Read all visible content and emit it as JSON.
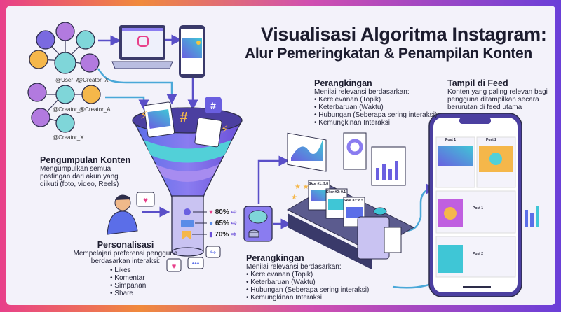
{
  "title": {
    "line1": "Visualisasi Algoritma Instagram:",
    "line2": "Alur Pemeringkatan & Penampilan Konten"
  },
  "network": {
    "handles": [
      "@User_A",
      "@Creator_X",
      "@Creator_X",
      "@Creator_A",
      "@Creator_X"
    ]
  },
  "collection": {
    "heading": "Pengumpulan Konten",
    "text": [
      "Mengumpulkan semua",
      "postingan dari akun yang",
      "diikuti (foto, video, Reels)"
    ]
  },
  "personalization": {
    "heading": "Personalisasi",
    "text": [
      "Mempelajari preferensi pengguna",
      "berdasarkan interaksi:"
    ],
    "items": [
      "Likes",
      "Komentar",
      "Simpanan",
      "Share"
    ]
  },
  "signals": [
    {
      "icon": "heart-icon",
      "value": "80%"
    },
    {
      "icon": "comment-icon",
      "value": "65%"
    },
    {
      "icon": "bookmark-icon",
      "value": "70%"
    }
  ],
  "ranking_top": {
    "heading": "Perangkingan",
    "intro": "Menilai relevansi berdasarkan:",
    "items": [
      "Kerelevanan (Topik)",
      "Keterbaruan (Waktu)",
      "Hubungan (Seberapa sering interaksi)",
      "Kemungkinan Interaksi"
    ]
  },
  "ranking_bottom": {
    "heading": "Perangkingan",
    "intro": "Menilai relevansi berdasarkan:",
    "items": [
      "Kerelevanan (Topik)",
      "Keterbaruan (Waktu)",
      "Hubungan (Seberapa sering interaksi)",
      "Kemungkinan Interaksi"
    ]
  },
  "scores": [
    "Skor #1: 9.8",
    "Skor #2: 9.1",
    "Skor #3: 8.5"
  ],
  "feed": {
    "heading": "Tampil di Feed",
    "text": [
      "Konten yang paling relevan bagi",
      "pengguna ditampilkan secara",
      "berurutan di feed utama"
    ],
    "posts": [
      "Post 1",
      "Post 2",
      "Post 1",
      "Post 2"
    ]
  },
  "colors": {
    "accent": "#6a4fd8",
    "teal": "#3fc6d6",
    "pink": "#e8408a",
    "orange": "#f08a3c",
    "text": "#1c1c2e"
  }
}
